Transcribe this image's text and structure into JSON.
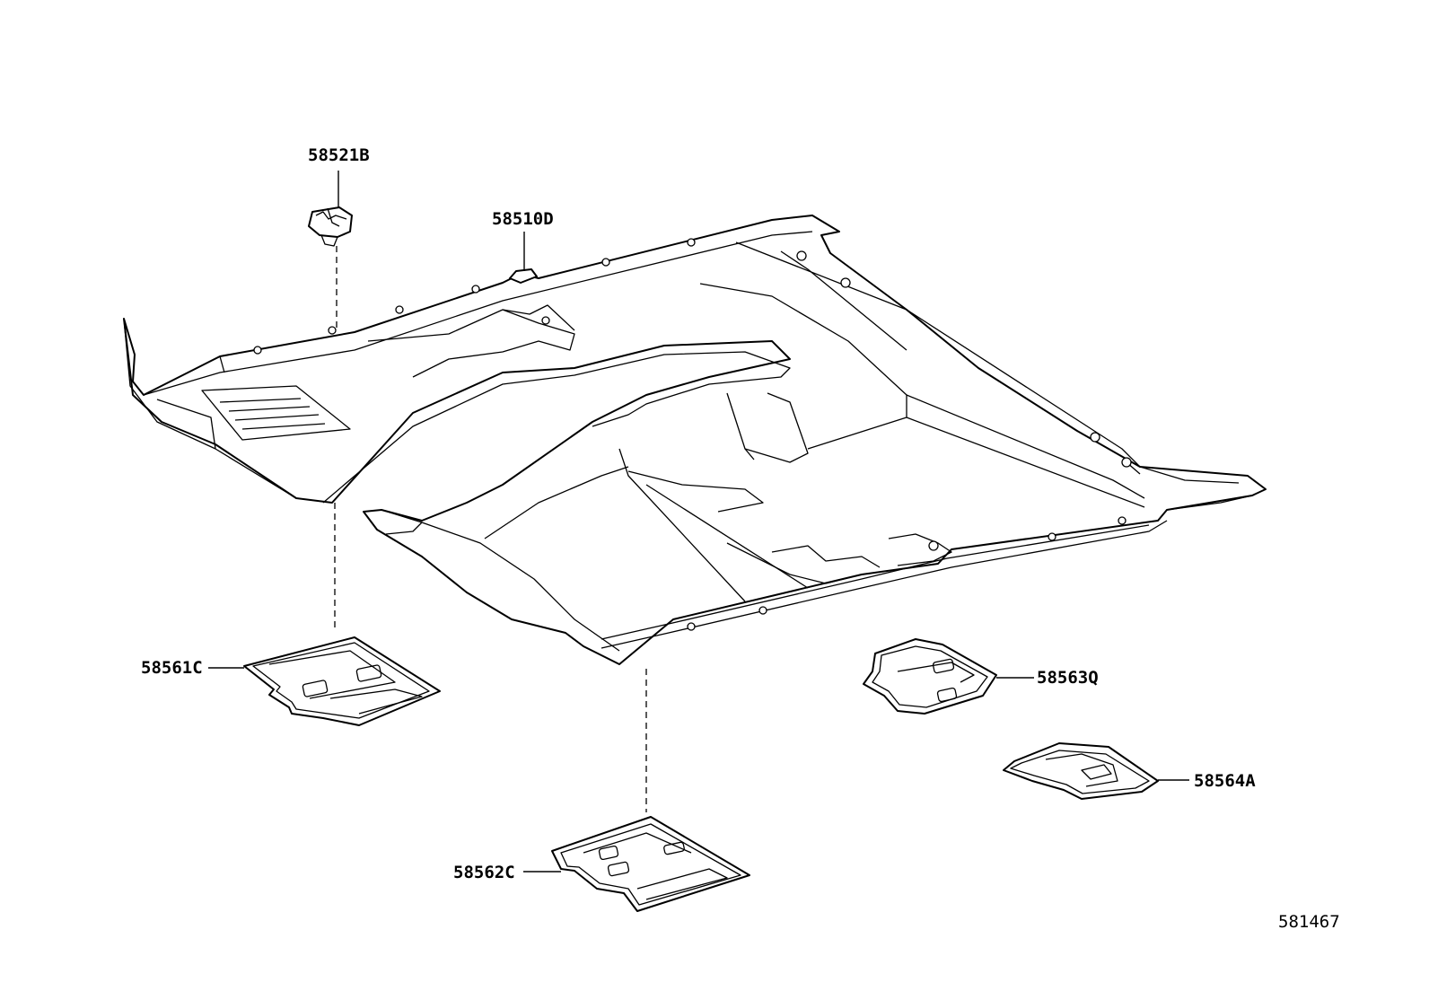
{
  "diagram": {
    "figure_code": "581467",
    "parts": [
      {
        "id": "58521B",
        "label": "58521B"
      },
      {
        "id": "58510D",
        "label": "58510D"
      },
      {
        "id": "58561C",
        "label": "58561C"
      },
      {
        "id": "58562C",
        "label": "58562C"
      },
      {
        "id": "58563Q",
        "label": "58563Q"
      },
      {
        "id": "58564A",
        "label": "58564A"
      }
    ]
  }
}
